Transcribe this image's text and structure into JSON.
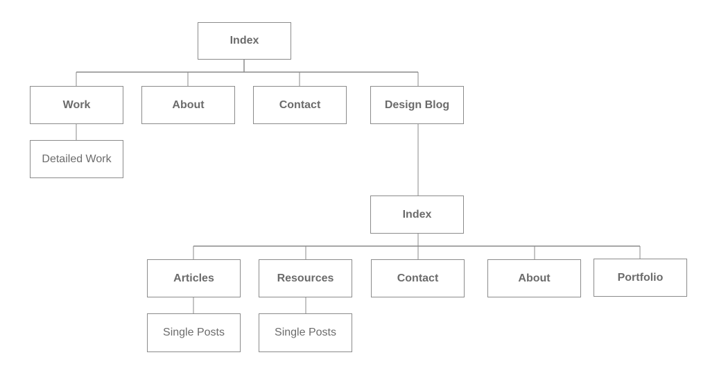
{
  "colors": {
    "border": "#8a8a8a",
    "text": "#6b6b6b",
    "background": "#ffffff"
  },
  "sitemap": {
    "root": {
      "label": "Index"
    },
    "top_level": [
      {
        "label": "Work",
        "child": "Detailed Work"
      },
      {
        "label": "About"
      },
      {
        "label": "Contact"
      },
      {
        "label": "Design Blog"
      }
    ],
    "blog": {
      "index": {
        "label": "Index"
      },
      "pages": [
        {
          "label": "Articles",
          "child": "Single Posts"
        },
        {
          "label": "Resources",
          "child": "Single Posts"
        },
        {
          "label": "Contact"
        },
        {
          "label": "About"
        },
        {
          "label": "Portfolio"
        }
      ]
    }
  }
}
